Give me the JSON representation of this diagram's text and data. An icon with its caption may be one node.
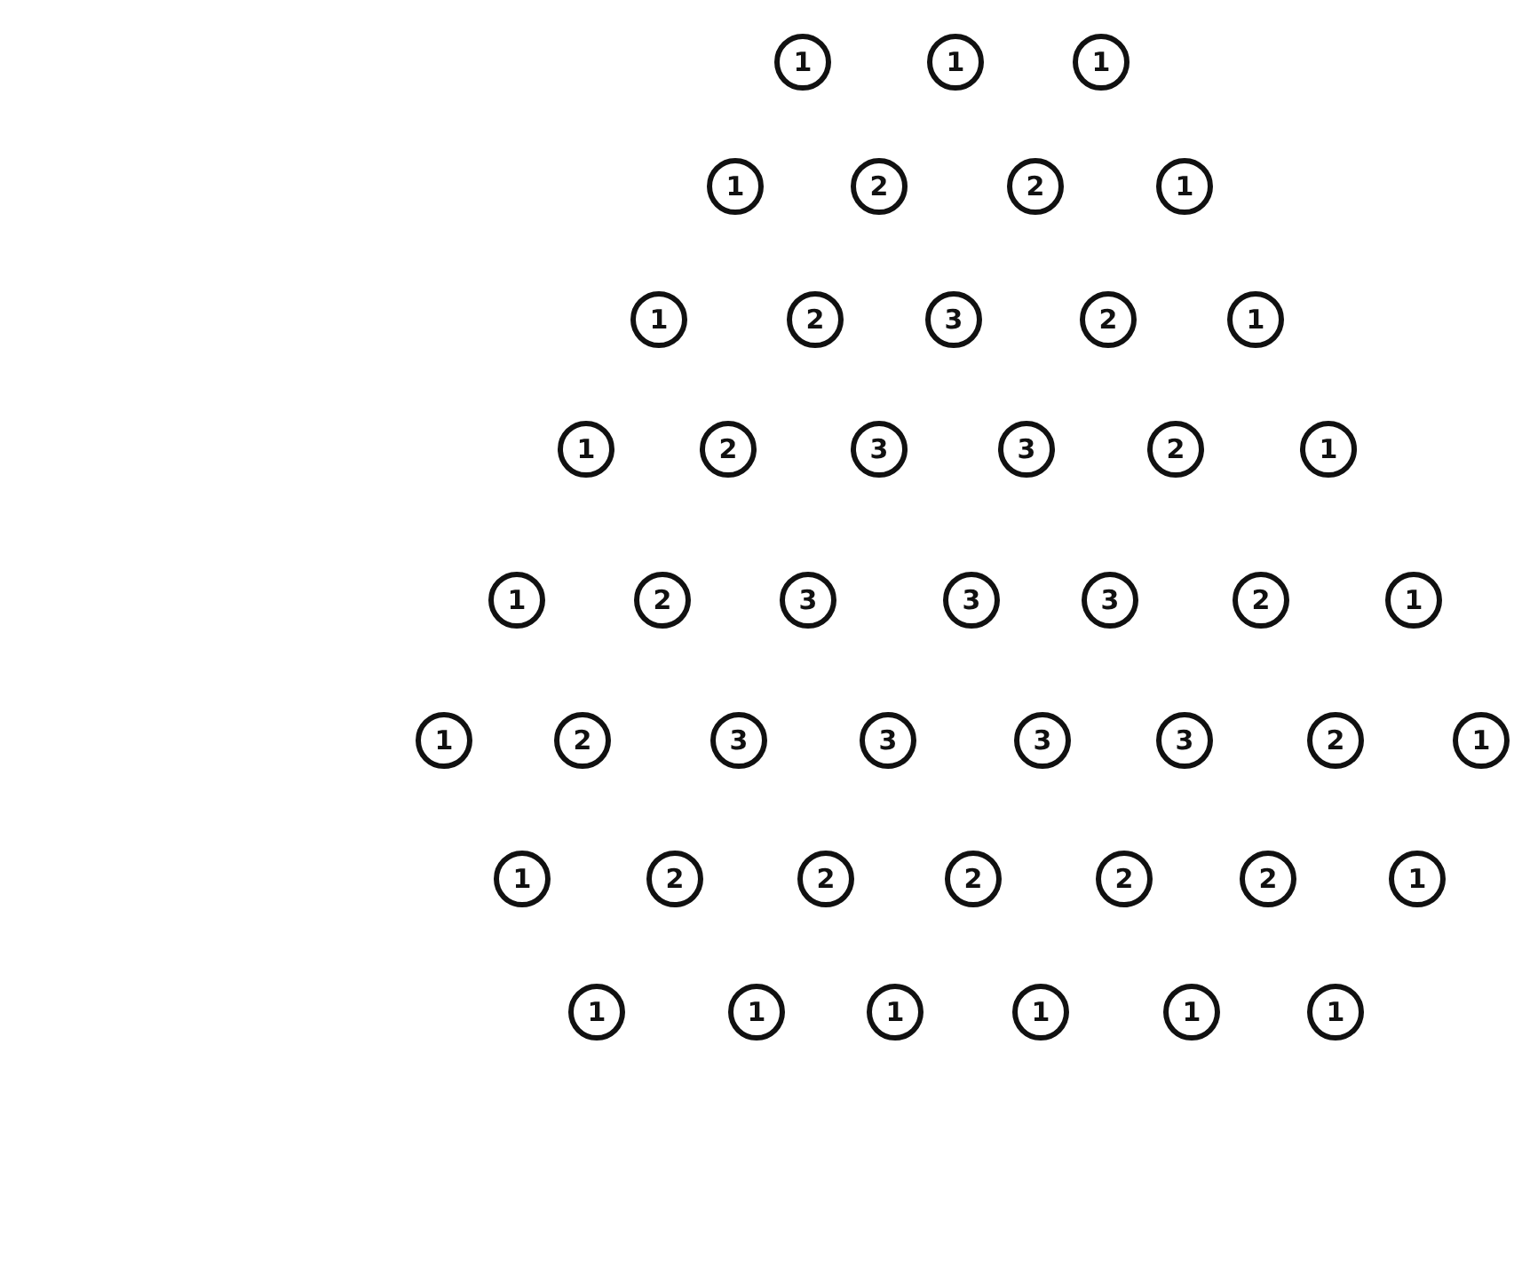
{
  "diagram": {
    "nodes": [
      {
        "text": [
          "1"
        ]
      },
      {
        "text": [
          "1"
        ]
      },
      {
        "text": [
          "1"
        ]
      },
      {
        "text": [
          "1"
        ]
      },
      {
        "text": [
          "2"
        ]
      },
      {
        "text": [
          "2"
        ]
      },
      {
        "text": [
          "1"
        ]
      },
      {
        "text": [
          "1"
        ]
      },
      {
        "text": [
          "2"
        ]
      },
      {
        "text": [
          "3"
        ]
      },
      {
        "text": [
          "2"
        ]
      },
      {
        "text": [
          "1"
        ]
      },
      {
        "text": [
          "1"
        ]
      },
      {
        "text": [
          "2"
        ]
      },
      {
        "text": [
          "3"
        ]
      },
      {
        "text": [
          "3"
        ]
      },
      {
        "text": [
          "2"
        ]
      },
      {
        "text": [
          "1"
        ]
      },
      {
        "text": [
          "1"
        ]
      },
      {
        "text": [
          "2"
        ]
      },
      {
        "text": [
          "3"
        ]
      },
      {
        "text": [
          "3"
        ]
      },
      {
        "text": [
          "3"
        ]
      },
      {
        "text": [
          "2"
        ]
      },
      {
        "text": [
          "1"
        ]
      },
      {
        "text": [
          "1"
        ]
      },
      {
        "text": [
          "2"
        ]
      },
      {
        "text": [
          "3"
        ]
      },
      {
        "text": [
          "3"
        ]
      },
      {
        "text": [
          "3"
        ]
      },
      {
        "text": [
          "3"
        ]
      },
      {
        "text": [
          "2"
        ]
      },
      {
        "text": [
          "1"
        ]
      },
      {
        "text": [
          "1"
        ]
      },
      {
        "text": [
          "2"
        ]
      },
      {
        "text": [
          "2"
        ]
      },
      {
        "text": [
          "2"
        ]
      },
      {
        "text": [
          "2"
        ]
      },
      {
        "text": [
          "2"
        ]
      },
      {
        "text": [
          "1"
        ]
      },
      {
        "text": [
          "1"
        ]
      },
      {
        "text": [
          "1"
        ]
      },
      {
        "text": [
          "1"
        ]
      },
      {
        "text": [
          "1"
        ]
      },
      {
        "text": [
          "1"
        ]
      },
      {
        "text": [
          "1"
        ]
      }
    ]
  }
}
